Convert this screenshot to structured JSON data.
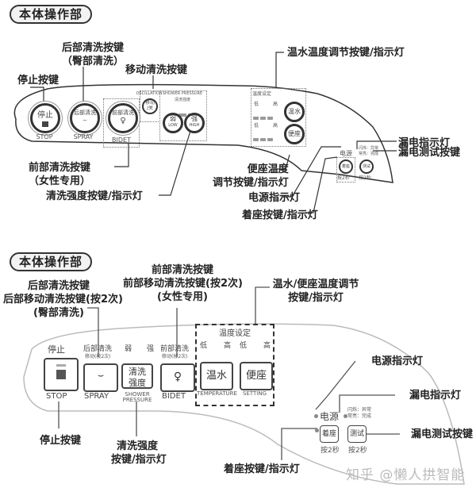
{
  "top": {
    "title": "本体操作部",
    "callouts": {
      "rear_wash_1": "后部清洗按键",
      "rear_wash_2": "（臀部清洗）",
      "oscillate": "移动清洗按键",
      "stop": "停止按键",
      "water_temp": "温水温度调节按键/指示灯",
      "leak_indicator": "漏电指示灯",
      "leak_test": "漏电测试按键",
      "front_wash_1": "前部清洗按键",
      "front_wash_2": "（女性专用）",
      "seat_temp_1": "便座温度",
      "seat_temp_2": "调节按键/指示灯",
      "pressure": "清洗强度按键/指示灯",
      "power_indicator": "电源指示灯",
      "seat_sensor": "着座按键/指示灯"
    },
    "panel": {
      "stop_btn": "停止",
      "stop_cap": "STOP",
      "spray_btn": "后部清洗",
      "spray_cap": "SPRAY",
      "bidet_btn": "前部清洗",
      "bidet_cap": "BIDET",
      "oscillation_cap": "OSCILLATION",
      "oscillation_btn_1": "移动",
      "oscillation_btn_2": "/关",
      "pressure_cap_en": "SHOWER PRESSURE",
      "pressure_cap_cn": "清洗强度",
      "low_cn": "弱",
      "low_en": "LOW",
      "high_cn": "强",
      "high_en": "HIGH",
      "temp_set": "温度设定",
      "low": "低",
      "high": "高",
      "water_btn": "温水",
      "seat_btn": "便座",
      "power_text": "电源",
      "leak_note_1": "闪烁：异常",
      "leak_note_2": "常亮：完成",
      "seat_sensor_btn": "着座",
      "test_btn": "测试",
      "hold_2s": "按2秒"
    }
  },
  "bottom": {
    "title": "本体操作部",
    "callouts": {
      "rear_1": "后部清洗按键",
      "rear_2": "后部移动清洗按键(按2次)",
      "rear_3": "(臀部清洗)",
      "front_1": "前部清洗按键",
      "front_2": "前部移动清洗按键(按2次)",
      "front_3": "(女性专用)",
      "temp_1": "温水/便座温度调节",
      "temp_2": "按键/指示灯",
      "power_indicator": "电源指示灯",
      "leak_indicator": "漏电指示灯",
      "leak_test": "漏电测试按键",
      "stop": "停止按键",
      "pressure_1": "清洗强度",
      "pressure_2": "按键/指示灯",
      "seat_sensor": "着座按键/指示灯"
    },
    "panel": {
      "stop_top": "停止",
      "stop_cap": "STOP",
      "spray_top": "后部清洗",
      "spray_sub": "移动(按2次)",
      "spray_cap": "SPRAY",
      "low": "弱",
      "high": "强",
      "pressure_btn_1": "清洗",
      "pressure_btn_2": "强度",
      "pressure_cap_1": "SHOWER",
      "pressure_cap_2": "PRESSURE",
      "bidet_top": "前部清洗",
      "bidet_sub": "移动(按2次)",
      "bidet_cap": "BIDET",
      "temp_set": "温度设定",
      "t_low": "低",
      "t_high": "高",
      "water_btn": "温水",
      "seat_btn": "便座",
      "temp_cap": "TEMPERATURE",
      "setting_cap": "SETTING",
      "power_text": "电源",
      "leak_note_1": "闪烁：异常",
      "leak_note_2": "常亮：完成",
      "seat_sensor_btn": "着座",
      "test_btn": "测试",
      "hold_2s": "按2秒"
    },
    "watermark": "知乎 @懒人拱智能"
  }
}
